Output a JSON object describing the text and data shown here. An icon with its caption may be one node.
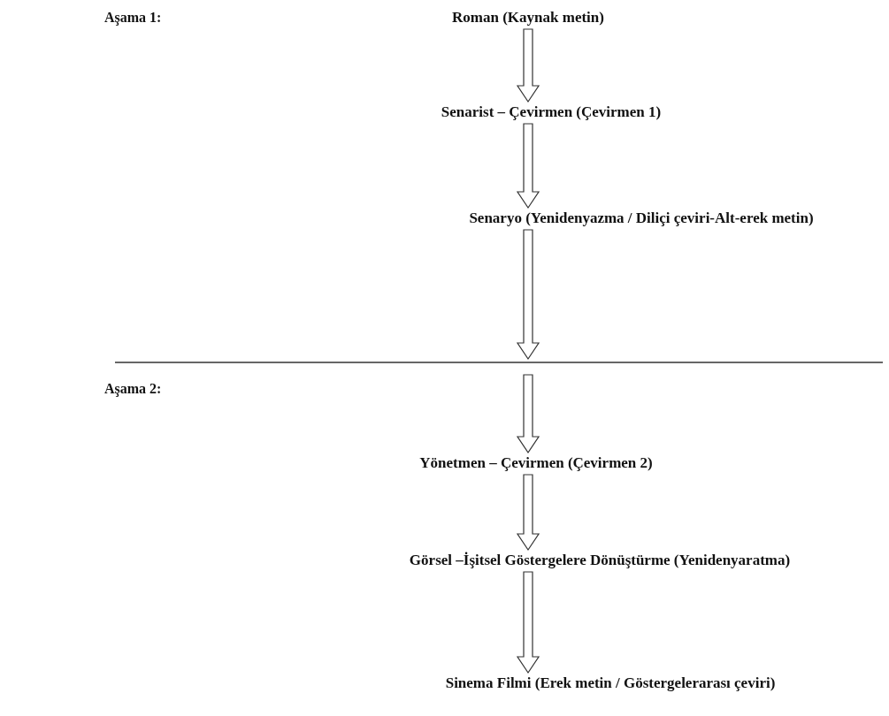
{
  "diagram": {
    "nodes": [
      {
        "text": [
          "Roman (Kaynak metin)"
        ]
      },
      {
        "text": [
          "Senarist – Çevirmen (Çevirmen 1)"
        ]
      },
      {
        "text": [
          "Senaryo (Yenidenyazma / Diliçi çeviri-Alt-erek metin)"
        ]
      },
      {
        "text": [
          "Yönetmen – Çevirmen (Çevirmen 2)"
        ]
      },
      {
        "text": [
          "Görsel –İşitsel Göstergelere Dönüştürme (Yenidenyaratma)"
        ]
      },
      {
        "text": [
          "Sinema Filmi (Erek metin / Göstergelerarası çeviri)"
        ]
      }
    ],
    "edges": [
      {
        "from": 0,
        "to": 1,
        "arrow": "to"
      },
      {
        "from": 1,
        "to": 2,
        "arrow": "to"
      },
      {
        "from": 2,
        "to": 3,
        "arrow": "to"
      },
      {
        "from": 3,
        "to": 4,
        "arrow": "to"
      },
      {
        "from": 4,
        "to": 5,
        "arrow": "to"
      }
    ],
    "labels": [
      "Aşama 1:",
      "Aşama 2:"
    ]
  }
}
